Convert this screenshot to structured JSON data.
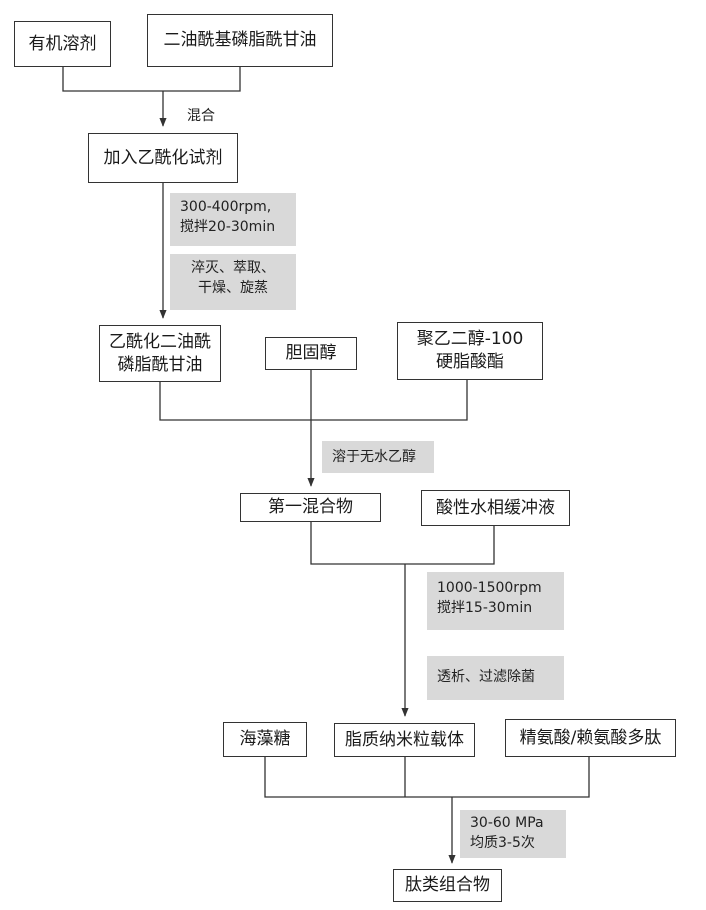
{
  "nodes": {
    "organic_solvent": "有机溶剂",
    "diacyl_pg": "二油酰基磷脂酰甘油",
    "acetylation_reagent": "加入乙酰化试剂",
    "acetylated_pg_line1": "乙酰化二油酰",
    "acetylated_pg_line2": "磷脂酰甘油",
    "cholesterol": "胆固醇",
    "peg_line1": "聚乙二醇-100",
    "peg_line2": "硬脂酸酯",
    "first_mixture": "第一混合物",
    "buffer": "酸性水相缓冲液",
    "trehalose": "海藻糖",
    "lipid_nanoparticle": "脂质纳米粒载体",
    "peptide": "精氨酸/赖氨酸多肽",
    "final_product": "肽类组合物"
  },
  "labels": {
    "mix": "混合"
  },
  "notes": {
    "stir1_line1": "300-400rpm,",
    "stir1_line2": "搅拌20-30min",
    "quench_line1": "淬灭、萃取、",
    "quench_line2": "干燥、旋蒸",
    "dissolve": "溶于无水乙醇",
    "stir2_line1": "1000-1500rpm",
    "stir2_line2": "搅拌15-30min",
    "dialysis": "透析、过滤除菌",
    "homogenize_line1": "30-60 MPa",
    "homogenize_line2": "均质3-5次"
  }
}
